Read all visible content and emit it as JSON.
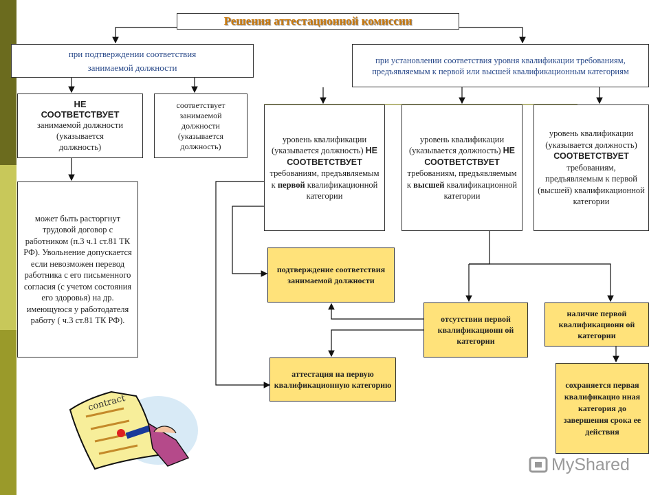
{
  "title": "Решения аттестационной комиссии",
  "branches": {
    "left_header": "при подтверждении соответствия\nзанимаемой должности",
    "right_header": "при установлении соответствия уровня квалификации требованиям, предъявляемым к первой или высшей квалификационным категориям"
  },
  "boxes": {
    "not_match_bold": "НЕ\nСООТВЕТСТВУЕТ",
    "not_match_rest": "занимаемой должности\n(указывается\nдолжность)",
    "match": "соответствует\nзанимаемой\nдолжности\n(указывается\nдолжность)",
    "dismissal": "может быть расторгнут трудовой договор с работником (п.3 ч.1 ст.81 ТК РФ). Увольнение допускается если невозможен перевод работника с его письменного согласия (с учетом состояния его здоровья) на др. имеющуюся у работодателя работу ( ч.3 ст.81 ТК РФ).",
    "lvl1_a": "уровень квалификации (указывается должность) ",
    "lvl1_b": "НЕ СООТВЕТСТВУЕТ",
    "lvl1_c": " требованиям, предъявляемым к ",
    "lvl1_d": "первой",
    "lvl1_e": " квалификационной категории",
    "lvl2_a": "уровень квалификации (указывается должность) ",
    "lvl2_b": "НЕ СООТВЕТСТВУЕТ",
    "lvl2_c": " требованиям, предъявляемым к ",
    "lvl2_d": "высшей",
    "lvl2_e": " квалификационной категории",
    "lvl3_a": "уровень квалификации (указывается должность) ",
    "lvl3_b": "СООТВЕТСТВУЕТ",
    "lvl3_c": " требованиям, предъявляемым к первой (высшей) квалификационной категории",
    "confirm": "подтверждение соответствия занимаемой должности",
    "absent_first": "отсутствии первой квалификационн ой категории",
    "has_first": "наличие первой квалификационн ой категории",
    "attest_first": "аттестация на первую квалификационную категорию",
    "keep_first": "сохраняется первая квалификацио нная категория до завершения срока ее действия"
  },
  "clipart_text": "contract",
  "watermark": "MyShared",
  "colors": {
    "stripe_dark": "#6b6b1e",
    "stripe_mid": "#9a9a2a",
    "stripe_light": "#c8c85a",
    "yellow": "#ffe27a",
    "title": "#c97a10"
  }
}
